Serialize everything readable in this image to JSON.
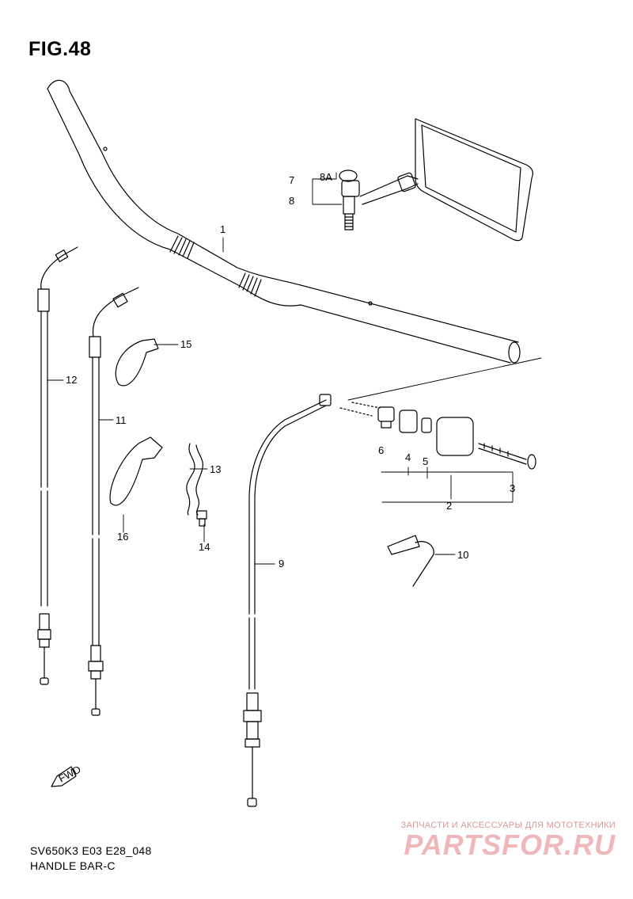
{
  "figure": {
    "title": "FIG.48"
  },
  "footer": {
    "model_code": "SV650K3 E03 E28_048",
    "section_name": "HANDLE BAR-C"
  },
  "watermark": {
    "tagline": "ЗАПЧАСТИ И АКСЕССУАРЫ ДЛЯ МОТОТЕХНИКИ",
    "brand": "PARTSFOR.RU"
  },
  "fwd_label": "FWD",
  "callouts": {
    "c1": "1",
    "c2": "2",
    "c3": "3",
    "c4": "4",
    "c5": "5",
    "c6": "6",
    "c7": "7",
    "c8": "8",
    "c8a": "8A",
    "c9": "9",
    "c10": "10",
    "c11": "11",
    "c12": "12",
    "c13": "13",
    "c14": "14",
    "c15": "15",
    "c16": "16"
  }
}
